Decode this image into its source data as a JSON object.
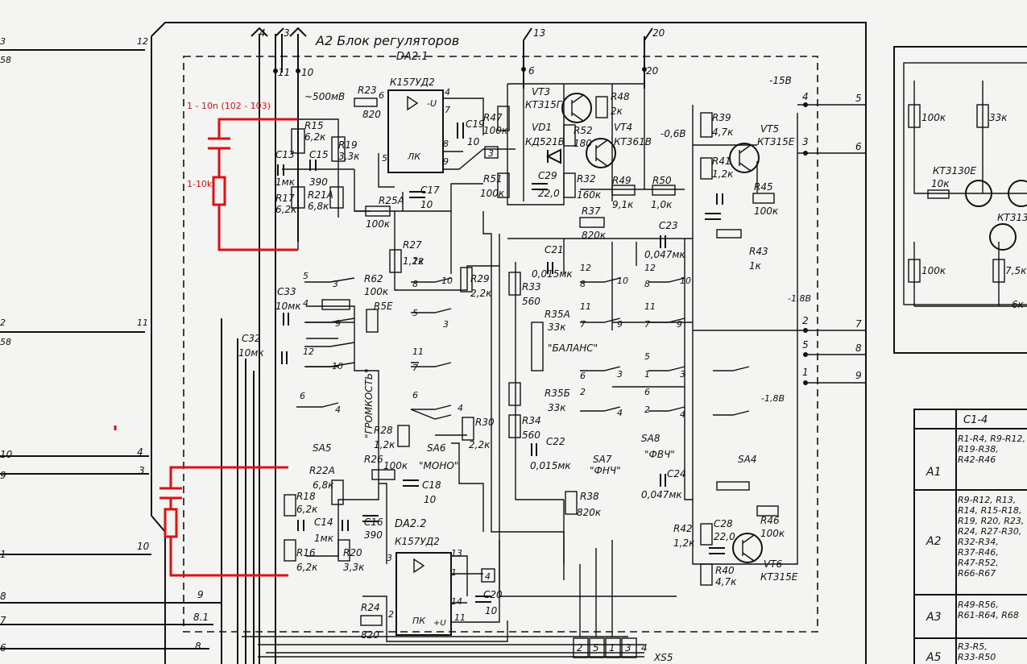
{
  "block_title": "А2 Блок регуляторов",
  "colors": {
    "ink": "#111111",
    "paper": "#f4f4f2",
    "mod": "#dd1111"
  },
  "mod_notes": {
    "cap_range": "1 - 10n (102 - 103)",
    "res_range": "1-10k"
  },
  "conn_pins": [
    "4",
    "3",
    "11",
    "10",
    "13",
    "6",
    "20",
    "12",
    "2",
    "1",
    "8",
    "9",
    "7",
    "5"
  ],
  "voltages": {
    "v1": "~500мВ",
    "v2": "-15В",
    "v3": "-0,6В",
    "v4": "-1,8В",
    "v5": "-1,8В"
  },
  "ics": {
    "da21": {
      "ref": "DA2.1",
      "type": "К157УД2",
      "pins": [
        "6",
        "4",
        "7",
        "5",
        "8",
        "9"
      ]
    },
    "da22": {
      "ref": "DA2.2",
      "type": "К157УД2",
      "pins": [
        "3",
        "13",
        "1",
        "14",
        "11",
        "2"
      ]
    }
  },
  "ic_marks": {
    "lk": "ЛК",
    "pk": "ПК",
    "mu": "-U",
    "pu": "+U"
  },
  "components": {
    "R23": [
      "R23",
      "820"
    ],
    "R15": [
      "R15",
      "6,2к"
    ],
    "R19": [
      "R19",
      "3,3к"
    ],
    "C13": [
      "C13",
      "1мк"
    ],
    "C15": [
      "C15",
      "390"
    ],
    "R17": [
      "R17",
      "6,2к"
    ],
    "R21A": [
      "R21A",
      "6,8к"
    ],
    "R25A": [
      "R25A",
      "100к"
    ],
    "C17": [
      "C17",
      "10"
    ],
    "C19": [
      "C19",
      "10"
    ],
    "R27": [
      "R27",
      "1,2к"
    ],
    "R29": [
      "R29",
      "2,2к"
    ],
    "C33": [
      "C33",
      "10мк"
    ],
    "C32": [
      "C32",
      "10мк"
    ],
    "R62": [
      "R62",
      "100к"
    ],
    "R5E": [
      "R5E",
      ""
    ],
    "R47": [
      "R47",
      "100к"
    ],
    "R51": [
      "R51",
      "100к"
    ],
    "C29": [
      "C29",
      "22,0"
    ],
    "R32": [
      "R32",
      "160к"
    ],
    "R52": [
      "R52",
      "180"
    ],
    "R48": [
      "R48",
      "2к"
    ],
    "VT3": [
      "VT3",
      "КТ315Г"
    ],
    "VD1": [
      "VD1",
      "КД521В"
    ],
    "VT4": [
      "VT4",
      "КТ361В"
    ],
    "R49": [
      "R49",
      "9,1к"
    ],
    "R50": [
      "R50",
      "1,0к"
    ],
    "R37": [
      "R37",
      "820к"
    ],
    "C23": [
      "C23",
      "0,047мк"
    ],
    "C21": [
      "C21",
      "0,015мк"
    ],
    "R33": [
      "R33",
      "560"
    ],
    "R35A": [
      "R35A",
      "33к"
    ],
    "R35B": [
      "R35Б",
      "33к"
    ],
    "R34": [
      "R34",
      "560"
    ],
    "C22": [
      "C22",
      "0,015мк"
    ],
    "R38": [
      "R38",
      "820к"
    ],
    "C24": [
      "C24",
      "0,047мк"
    ],
    "R28": [
      "R28",
      "1,2к"
    ],
    "R30": [
      "R30",
      "2,2к"
    ],
    "R26": [
      "R26",
      "100к"
    ],
    "C18": [
      "C18",
      "10"
    ],
    "R22A": [
      "R22A",
      "6,8к"
    ],
    "R18": [
      "R18",
      "6,2к"
    ],
    "C14": [
      "C14",
      "1мк"
    ],
    "C16": [
      "C16",
      "390"
    ],
    "R16": [
      "R16",
      "6,2к"
    ],
    "R20": [
      "R20",
      "3,3к"
    ],
    "R24": [
      "R24",
      "820"
    ],
    "C20": [
      "C20",
      "10"
    ],
    "R42": [
      "R42",
      "1,2к"
    ],
    "R40": [
      "R40",
      "4,7к"
    ],
    "C28": [
      "C28",
      "22,0"
    ],
    "VT5": [
      "VT5",
      "КТ315Е"
    ],
    "VT6": [
      "VT6",
      "КТ315Е"
    ],
    "R46": [
      "R46",
      "100к"
    ],
    "R45": [
      "R45",
      "100к"
    ],
    "R43": [
      "R43",
      "1к"
    ],
    "R39": [
      "R39",
      "4,7к"
    ],
    "R41": [
      "R41",
      "1,2к"
    ]
  },
  "labels": {
    "balance": "\"БАЛАНС\"",
    "volume": "\"ГРОМКОСТЬ\"",
    "mono": "\"МОНО\"",
    "fnch": "\"ФНЧ\"",
    "fvch": "\"ФВЧ\"",
    "sa5": "SA5",
    "sa6": "SA6",
    "sa7": "SA7",
    "sa8": "SA8",
    "sa4": "SA4",
    "xs5": "XS5"
  },
  "right_block": {
    "transistor": "КТ3130Е",
    "res": [
      "100к",
      "33к",
      "10к",
      "100к",
      "7,5к",
      "6к"
    ],
    "pins": [
      "5",
      "6",
      "7",
      "8",
      "9"
    ]
  },
  "left_pins": [
    "3",
    "58",
    "2",
    "58",
    "10",
    "9",
    "1",
    "8",
    "7",
    "6"
  ],
  "left_wire_nums": [
    "12",
    "11",
    "4",
    "3",
    "10",
    "9",
    "8.1",
    "8"
  ],
  "table": {
    "header": "С1-4",
    "rows": [
      {
        "block": "А1",
        "text": "R1-R4, R9-R12, R19-R38, R42-R46"
      },
      {
        "block": "А2",
        "text": "R9-R12, R13, R14, R15-R18, R19, R20, R23, R24, R27-R30, R32-R34, R37-R46, R47-R52, R66-R67"
      },
      {
        "block": "А3",
        "text": "R49-R56, R61-R64, R68"
      },
      {
        "block": "А5",
        "text": "R3-R5, R33-R50"
      }
    ]
  }
}
